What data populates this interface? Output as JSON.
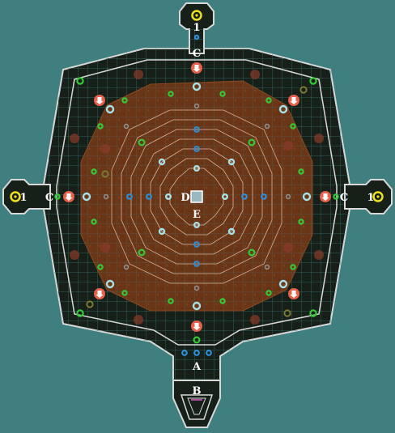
{
  "map": {
    "labels": {
      "north_1": "1",
      "north_c": "C",
      "west_1": "1",
      "west_c": "C",
      "east_c": "C",
      "east_1": "1",
      "center_d": "D",
      "center_e": "E",
      "south_a": "A",
      "south_b": "B"
    },
    "colors": {
      "background": "#3f7f7f",
      "floor": "#162019",
      "dirt": "#6b3518",
      "grid": "#3a6e6e",
      "wall": "#d8d8d8",
      "marker_red": "#e8604a",
      "marker_green": "#35c935",
      "marker_cyan": "#a8e0e8",
      "marker_blue": "#2e8ed8",
      "marker_yellow": "#f0e020",
      "marker_gray": "#909090"
    },
    "icons": [
      "waypoint-yellow-icon",
      "spawn-red-icon",
      "item-green-icon",
      "marker-cyan-icon",
      "marker-blue-icon",
      "marker-faded-icon"
    ]
  }
}
